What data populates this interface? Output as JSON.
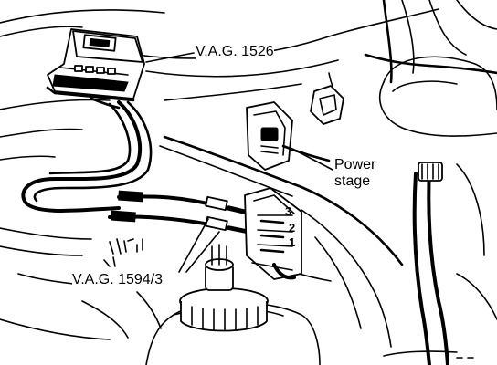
{
  "labels": {
    "tester": "V.A.G. 1526",
    "power_stage_line1": "Power",
    "power_stage_line2": "stage",
    "adapter": "V.A.G. 1594/3"
  },
  "pin_numbers": {
    "pin1": "1",
    "pin2": "2",
    "pin3": "3"
  }
}
